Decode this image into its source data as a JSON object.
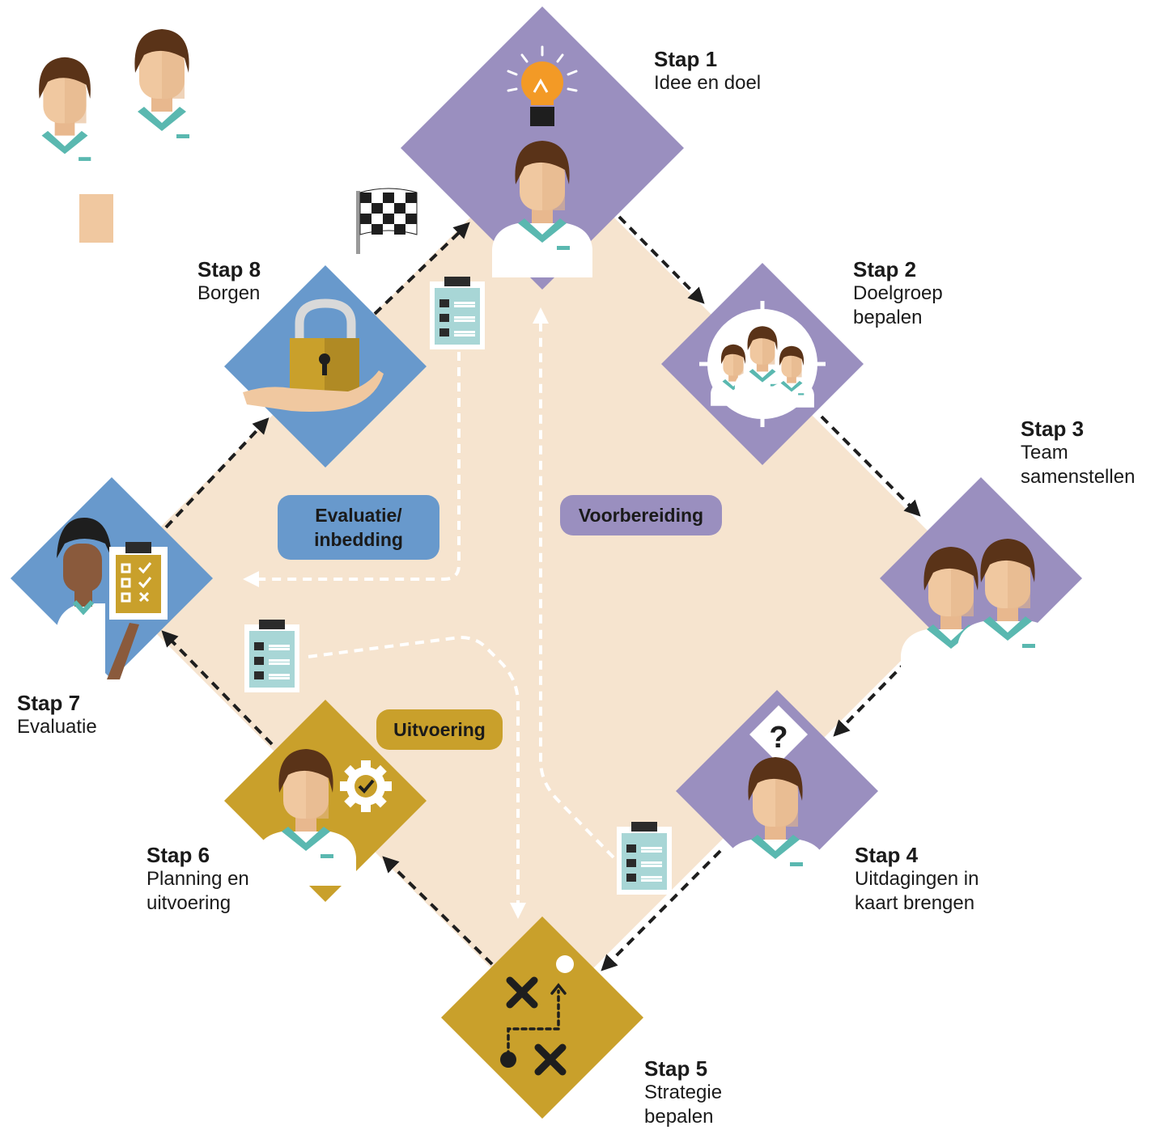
{
  "colors": {
    "background_diamond": "#f6e4cf",
    "preparation_purple": "#9a8fbf",
    "evaluation_blue": "#6899cc",
    "execution_gold": "#c9a02b",
    "teal_collar": "#5ab8b0",
    "skin_light": "#f0c8a0",
    "skin_dark": "#8a5a3c",
    "hair_brown": "#5a3318",
    "arrow_dark": "#1e1e1e",
    "arrow_white": "#ffffff"
  },
  "steps": [
    {
      "title": "Stap 1",
      "desc": "Idee en doel",
      "phase": "preparation",
      "icon": "lightbulb-icon"
    },
    {
      "title": "Stap 2",
      "desc": "Doelgroep\nbepalen",
      "phase": "preparation",
      "icon": "target-group-icon"
    },
    {
      "title": "Stap 3",
      "desc": "Team\nsamenstellen",
      "phase": "preparation",
      "icon": "team-icon"
    },
    {
      "title": "Stap 4",
      "desc": "Uitdagingen in\nkaart brengen",
      "phase": "preparation",
      "icon": "question-icon"
    },
    {
      "title": "Stap 5",
      "desc": "Strategie\nbepalen",
      "phase": "execution",
      "icon": "strategy-icon"
    },
    {
      "title": "Stap 6",
      "desc": "Planning en\nuitvoering",
      "phase": "execution",
      "icon": "gear-check-icon"
    },
    {
      "title": "Stap 7",
      "desc": "Evaluatie",
      "phase": "evaluation",
      "icon": "clipboard-checklist-icon"
    },
    {
      "title": "Stap 8",
      "desc": "Borgen",
      "phase": "evaluation",
      "icon": "padlock-hand-icon"
    }
  ],
  "phases": {
    "preparation": "Voorbereiding",
    "execution": "Uitvoering",
    "evaluation": "Evaluatie/\ninbedding"
  },
  "decorations": [
    "finish-flag-icon",
    "clipboard-icon",
    "caregivers-icon"
  ]
}
